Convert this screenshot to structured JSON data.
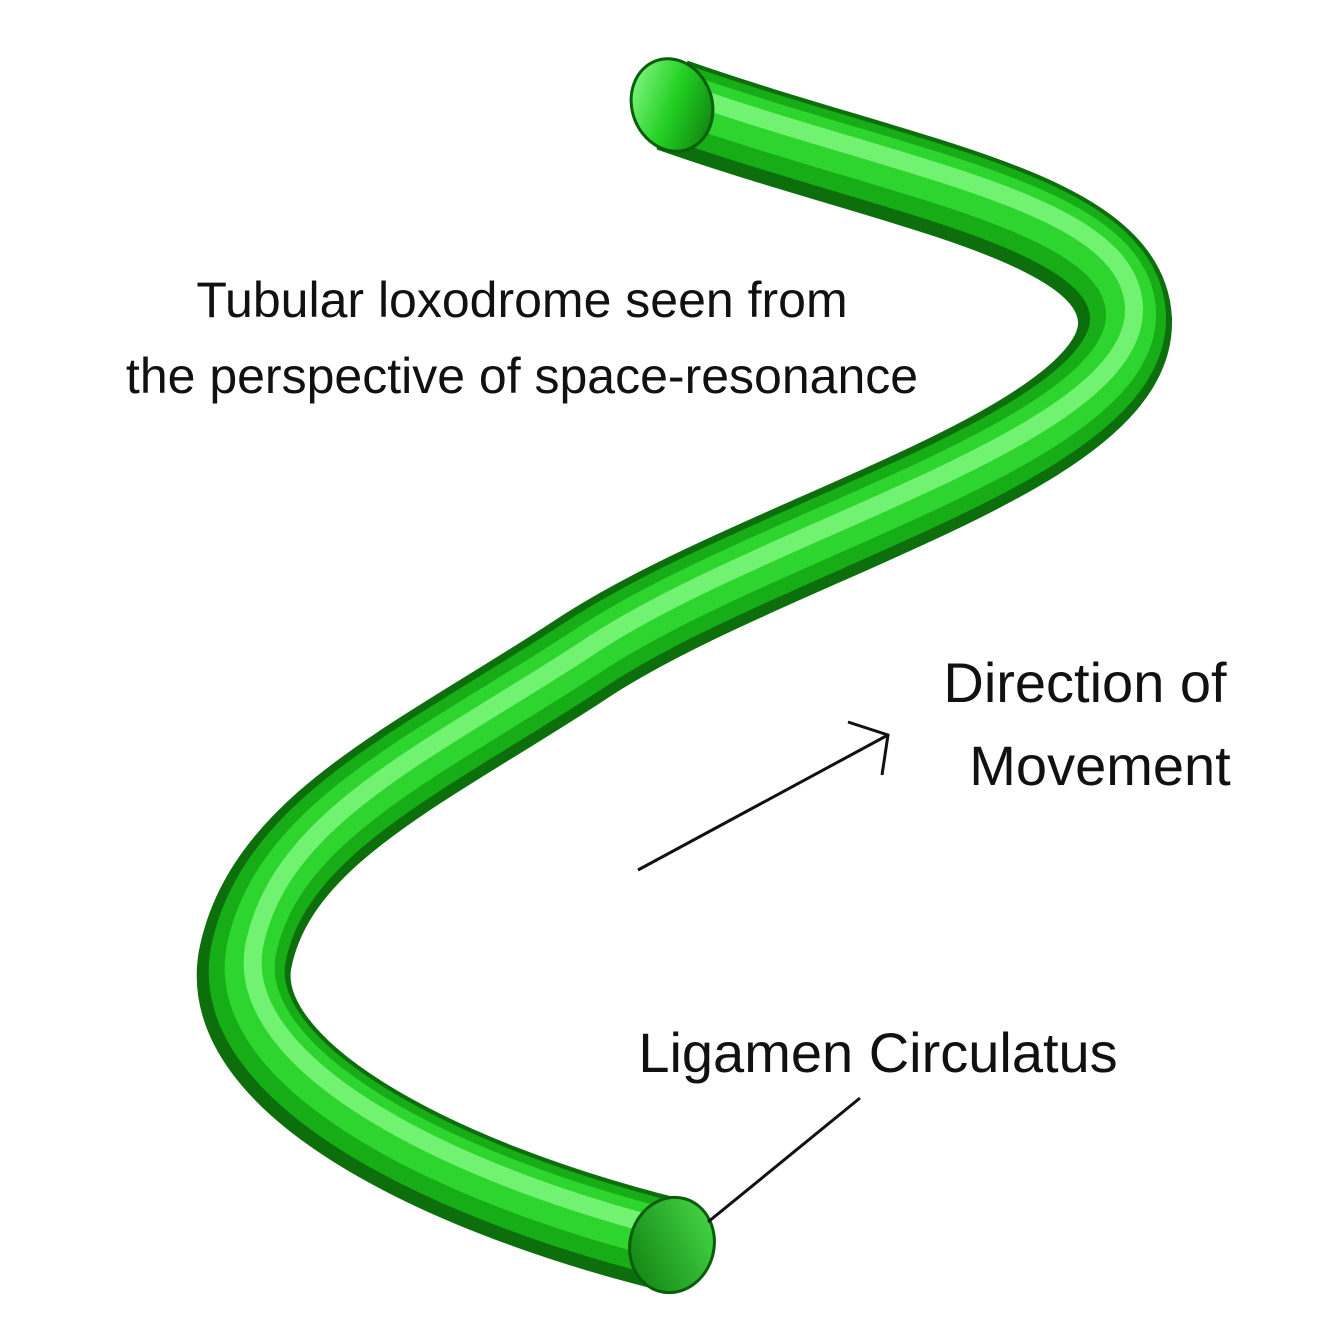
{
  "title": {
    "line1": "Tubular loxodrome seen from",
    "line2": "the perspective of space-resonance"
  },
  "direction_label": {
    "line1": "Direction of",
    "line2": "Movement"
  },
  "ligamen_label": "Ligamen Circulatus",
  "colors": {
    "tube_dark": "#0f7a0f",
    "tube_mid": "#1ec81e",
    "tube_light": "#8cff8c",
    "line": "#111111",
    "background": "#ffffff"
  }
}
